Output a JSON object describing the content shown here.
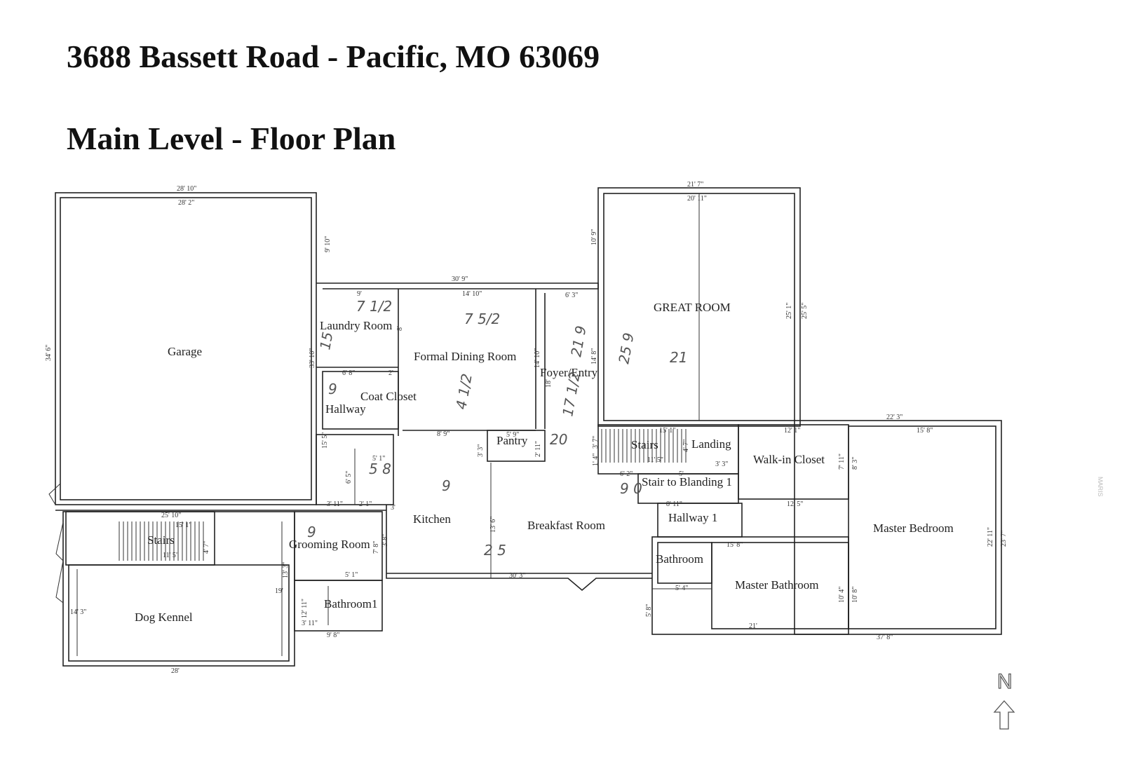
{
  "header": {
    "address": "3688 Bassett Road - Pacific, MO 63069",
    "subtitle": "Main Level - Floor Plan"
  },
  "rooms": {
    "garage": "Garage",
    "laundry": "Laundry Room",
    "formal_dining": "Formal Dining Room",
    "foyer": "Foyer/Entry",
    "great_room": "GREAT ROOM",
    "coat_closet": "Coat Closet",
    "hallway": "Hallway",
    "pantry": "Pantry",
    "stairs_main": "Stairs",
    "landing": "Landing",
    "walkin_closet": "Walk-in Closet",
    "stair_to_landing": "Stair to Blanding 1",
    "kitchen": "Kitchen",
    "breakfast": "Breakfast Room",
    "hallway1": "Hallway 1",
    "master_bedroom": "Master Bedroom",
    "stairs_kennel": "Stairs",
    "grooming": "Grooming Room",
    "bathroom_small": "Bathroom",
    "master_bath": "Master Bathroom",
    "dog_kennel": "Dog Kennel",
    "bathroom1": "Bathroom1"
  },
  "dims": {
    "d1": "28' 10\"",
    "d2": "28' 2\"",
    "d3": "9' 10\"",
    "d4": "34' 6\"",
    "d5": "30' 9\"",
    "d6": "9'",
    "d7": "14' 10\"",
    "d8": "6' 3\"",
    "d9": "33' 10\"",
    "d10": "8'",
    "d11": "6' 8\"",
    "d12": "2'",
    "d13": "21' 7\"",
    "d14": "20' 11\"",
    "d15": "10' 9\"",
    "d16": "25' 1\"",
    "d17": "25' 5\"",
    "d18": "14' 8\"",
    "d19": "14' 10\"",
    "d20": "18'",
    "d21": "15' 5\"",
    "d22": "8' 9\"",
    "d23": "5' 9\"",
    "d24": "3' 3\"",
    "d25": "2' 11\"",
    "d26": "6' 5\"",
    "d27": "5' 1\"",
    "d28": "3' 11\"",
    "d29": "2' 1\"",
    "d30": "3'",
    "d31": "13' 6\"",
    "d32": "22' 3\"",
    "d33": "15' 1\"",
    "d34": "12' 1\"",
    "d35": "15' 8\"",
    "d36": "11' 5\"",
    "d37": "3' 7\"",
    "d38": "1' 4\"",
    "d39": "6' 2\"",
    "d40": "5'",
    "d41": "3' 3\"",
    "d42": "7' 11\"",
    "d43": "8' 3\"",
    "d44": "8' 11\"",
    "d45": "12' 5\"",
    "d46": "22' 11\"",
    "d47": "23' 7\"",
    "d48": "25' 10\"",
    "d49": "15' 1\"",
    "d50": "11' 5\"",
    "d51": "4' 7\"",
    "d52": "13' 3\"",
    "d53": "19'",
    "d54": "7' 8\"",
    "d55": "3' 8\"",
    "d56": "5' 1\"",
    "d57": "30' 3\"",
    "d58": "12' 11\"",
    "d59": "3' 11\"",
    "d60": "9' 8\"",
    "d61": "14' 3\"",
    "d62": "28'",
    "d63": "15' 8\"",
    "d64": "10' 4\"",
    "d65": "10' 8\"",
    "d66": "5' 4\"",
    "d67": "5' 8\"",
    "d68": "21'",
    "d69": "37' 8\"",
    "d70": "4' 7\""
  },
  "handwritten": {
    "h1": "7 1/2",
    "h2": "7 5/2",
    "h3": "15",
    "h4": "9",
    "h5": "25 9",
    "h6": "21 9",
    "h7": "21",
    "h8": "17 1/2",
    "h9": "20",
    "h10": "4 1/2",
    "h11": "9 0",
    "h12": "2 5",
    "h13": "9",
    "h14": "5 8",
    "h15": "9"
  },
  "compass": {
    "letter": "N"
  },
  "watermark": "MARIS"
}
